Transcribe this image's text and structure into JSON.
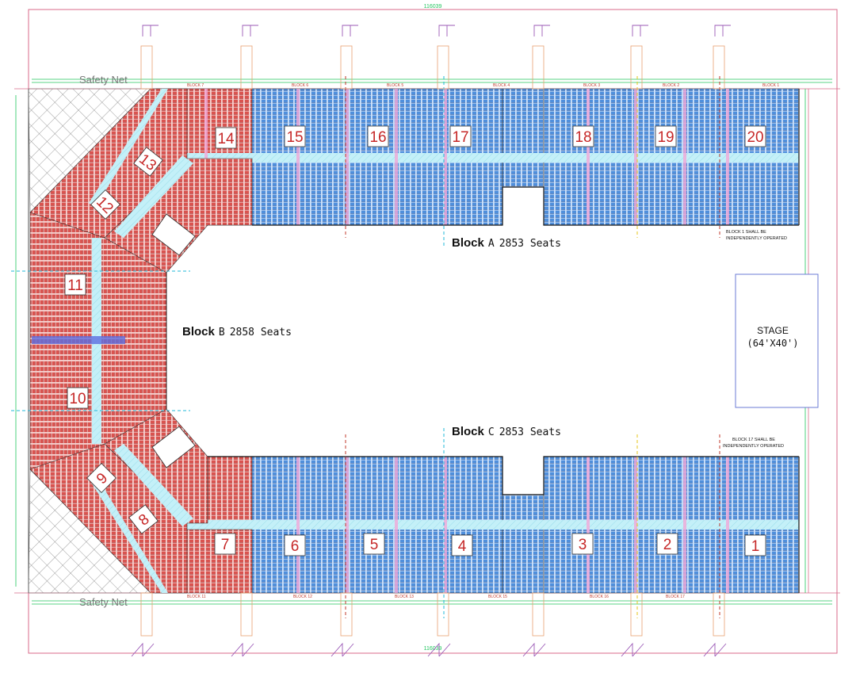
{
  "colors": {
    "red_seat": "#d9534f",
    "red_dark": "#b02a2a",
    "blue_seat": "#4f8fdc",
    "blue_dark": "#2a5fa8",
    "aisle": "#bfeff7",
    "pink": "#f2a8d8",
    "green": "#22c55e",
    "magenta": "#9b59b6",
    "frame": "#d86a8a",
    "orange": "#e8a070",
    "black": "#111111"
  },
  "dimensions": {
    "top": "116039",
    "bottom": "116039"
  },
  "safety_nets": [
    {
      "id": "top",
      "label": "Safety Net"
    },
    {
      "id": "bottom",
      "label": "Safety Net"
    }
  ],
  "blocks": {
    "A": {
      "word": "Block",
      "letter": "A",
      "seats": "2853 Seats"
    },
    "B": {
      "word": "Block",
      "letter": "B",
      "seats": "2858 Seats"
    },
    "C": {
      "word": "Block",
      "letter": "C",
      "seats": "2853 Seats"
    }
  },
  "stage": {
    "title": "STAGE",
    "size": "(64'X40')"
  },
  "notes": {
    "block1": [
      "BLOCK 1 SHALL BE",
      "INDEPENDENTLY OPERATED"
    ],
    "block17": [
      "BLOCK 17 SHALL BE",
      "INDEPENDENTLY OPERATED"
    ]
  },
  "section_numbers": [
    "1",
    "2",
    "3",
    "4",
    "5",
    "6",
    "7",
    "8",
    "9",
    "10",
    "11",
    "12",
    "13",
    "14",
    "15",
    "16",
    "17",
    "18",
    "19",
    "20"
  ],
  "small_labels": {
    "top": [
      "BLOCK 7",
      "BLOCK 6",
      "BLOCK 5",
      "BLOCK 4",
      "BLOCK 3",
      "BLOCK 2",
      "BLOCK 1"
    ],
    "bottom": [
      "BLOCK 11",
      "BLOCK 12",
      "BLOCK 13",
      "BLOCK 15",
      "BLOCK 16",
      "BLOCK 17"
    ]
  }
}
